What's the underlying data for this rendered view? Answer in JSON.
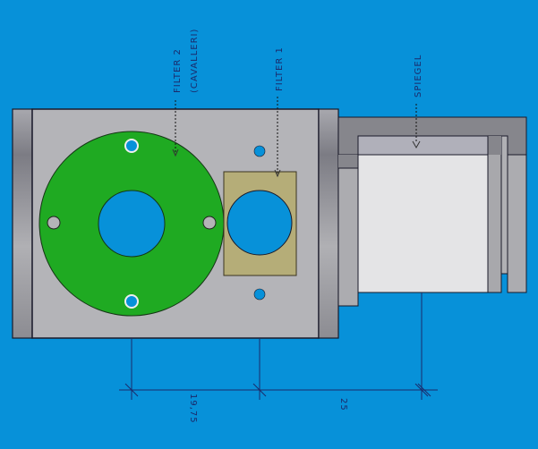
{
  "labels": {
    "filter2": "FILTER 2",
    "filter2_sub": "(CAVALLERI)",
    "filter1": "FILTER 1",
    "mirror": "SPIEGEL"
  },
  "dimensions": {
    "d1": "19,75",
    "d2": "25"
  },
  "colors": {
    "background": "#0791d9",
    "body": "#b4b4b8",
    "filter2": "#1faa22",
    "filter1": "#b5ad78",
    "mirror": "#e4e4e6"
  }
}
